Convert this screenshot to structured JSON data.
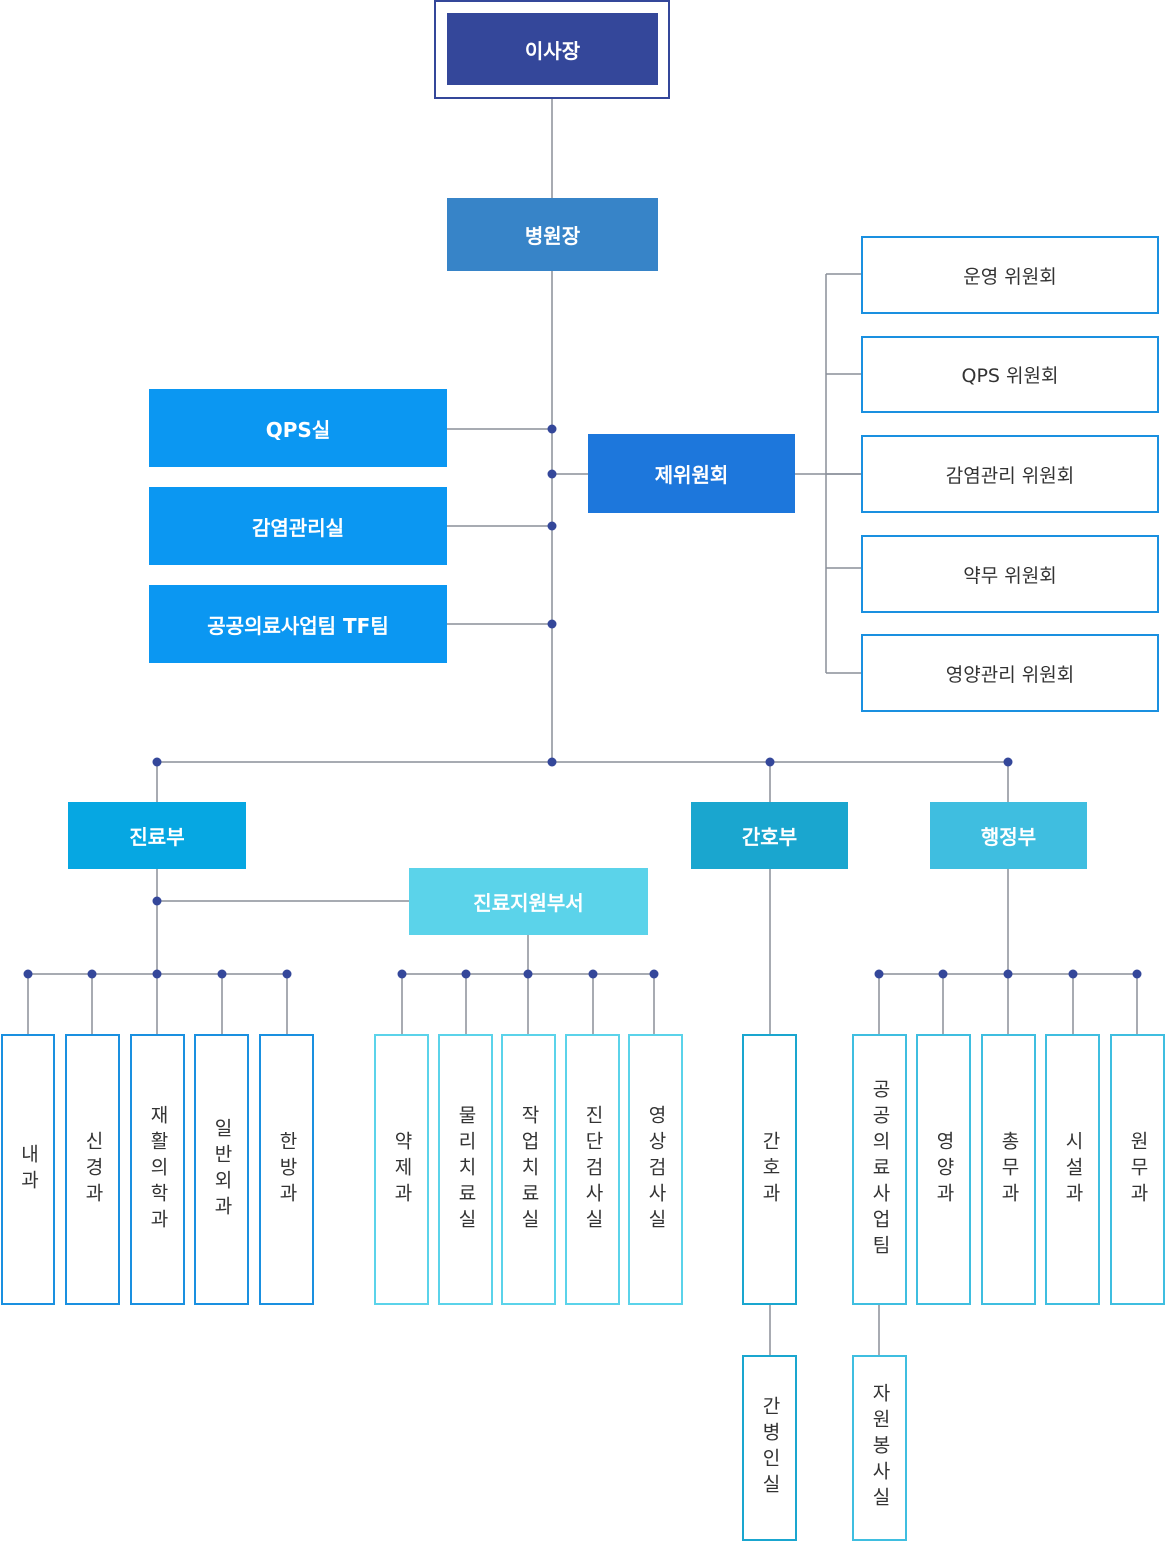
{
  "colors": {
    "chairman": "#34479a",
    "director": "#3784c8",
    "offices": "#0b97f2",
    "committee_hub": "#1d77dc",
    "medical_dept": "#06a7e2",
    "support_dept": "#5bd3ea",
    "nursing_dept": "#1aa6cf",
    "admin_dept": "#3fbee0",
    "line": "#8a8f99",
    "dot": "#34479a",
    "medical_units": "#1a90e0",
    "support_units": "#5bd3ea",
    "nursing_units": "#1aa6cf",
    "admin_units": "#3fbee0"
  },
  "chairman": "이사장",
  "director": "병원장",
  "offices": [
    "QPS실",
    "감염관리실",
    "공공의료사업팀 TF팀"
  ],
  "committee_hub": "제위원회",
  "committees": [
    "운영 위원회",
    "QPS 위원회",
    "감염관리 위원회",
    "약무 위원회",
    "영양관리 위원회"
  ],
  "departments": {
    "medical": "진료부",
    "nursing": "간호부",
    "admin": "행정부",
    "support": "진료지원부서"
  },
  "medical_units": [
    "내과",
    "신경과",
    "재활의학과",
    "일반외과",
    "한방과"
  ],
  "support_units": [
    "약제과",
    "물리치료실",
    "작업치료실",
    "진단검사실",
    "영상검사실"
  ],
  "nursing_units": [
    "간호과",
    "간병인실"
  ],
  "admin_units": [
    "공공의료사업팀",
    "영양과",
    "총무과",
    "시설과",
    "원무과",
    "자원봉사실"
  ]
}
